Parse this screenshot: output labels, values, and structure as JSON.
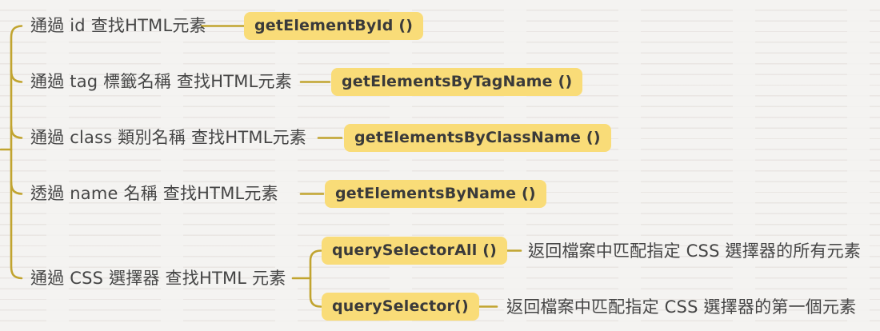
{
  "colors": {
    "node_highlight_yellow": "#f9dc78",
    "connector_olive": "#c1a42f",
    "text_dark": "#3a3a3a",
    "paper_background": "#f4f3f1"
  },
  "branches": [
    {
      "label": "通過 id 查找HTML元素",
      "method": "getElementById ()"
    },
    {
      "label": "通過 tag 標籤名稱 查找HTML元素",
      "method": "getElementsByTagName ()"
    },
    {
      "label": "通過 class 類別名稱 查找HTML元素",
      "method": "getElementsByClassName ()"
    },
    {
      "label": "透過 name 名稱 查找HTML元素",
      "method": "getElementsByName ()"
    },
    {
      "label": "通過 CSS 選擇器 查找HTML 元素",
      "children": [
        {
          "method": "querySelectorAll ()",
          "description": "返回檔案中匹配指定 CSS 選擇器的所有元素"
        },
        {
          "method": "querySelector()",
          "description": "返回檔案中匹配指定 CSS 選擇器的第一個元素"
        }
      ]
    }
  ]
}
